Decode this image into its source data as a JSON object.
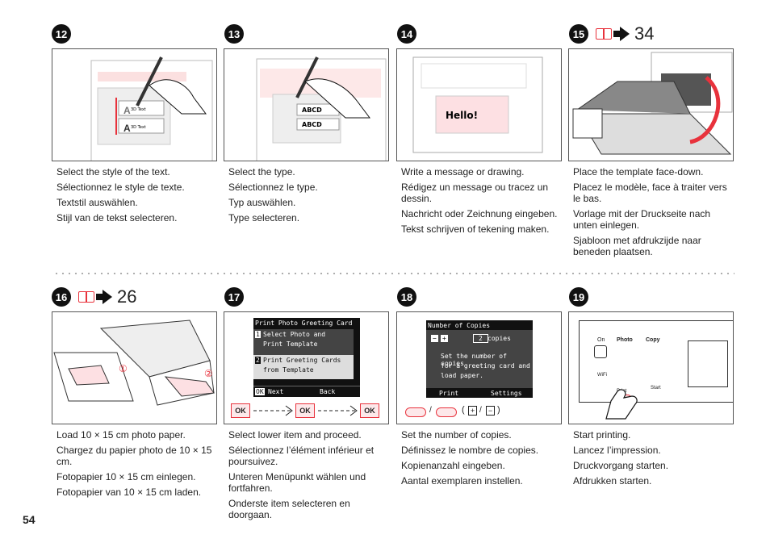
{
  "page_number": "54",
  "steps": {
    "s12": {
      "badge": "12",
      "lines": [
        "Select the style of the text.",
        "Sélectionnez le style de texte.",
        "Textstil auswählen.",
        "Stijl van de tekst selecteren."
      ],
      "fig": {
        "a": "3D Text",
        "b": "3D Text"
      }
    },
    "s13": {
      "badge": "13",
      "lines": [
        "Select the type.",
        "Sélectionnez le type.",
        "Typ auswählen.",
        "Type selecteren."
      ],
      "fig": {
        "t1": "ABCD",
        "t2": "ABCD"
      }
    },
    "s14": {
      "badge": "14",
      "lines": [
        "Write a message or drawing.",
        "Rédigez un message ou tracez un dessin.",
        "Nachricht oder Zeichnung eingeben.",
        "Tekst schrijven of tekening maken."
      ],
      "fig": {
        "hello": "Hello!"
      }
    },
    "s15": {
      "badge": "15",
      "ref_page": "34",
      "lines": [
        "Place the template face-down.",
        "Placez le modèle, face à traiter vers le bas.",
        "Vorlage mit der Druckseite nach unten einlegen.",
        "Sjabloon met afdrukzijde naar beneden plaatsen."
      ]
    },
    "s16": {
      "badge": "16",
      "ref_page": "26",
      "lines": [
        "Load 10 × 15 cm photo paper.",
        "Chargez du papier photo de 10 × 15 cm.",
        "Fotopapier 10 × 15 cm einlegen.",
        "Fotopapier van 10 × 15 cm laden."
      ],
      "fig": {
        "c1": "①",
        "c2": "②"
      }
    },
    "s17": {
      "badge": "17",
      "lines": [
        "Select lower item and proceed.",
        "Sélectionnez l’élément inférieur et poursuivez.",
        "Unteren Menüpunkt wählen und fortfahren.",
        "Onderste item selecteren en doorgaan."
      ],
      "lcd": {
        "title": "Print Photo Greeting Card",
        "item1_num": "1",
        "item1_a": "Select Photo and",
        "item1_b": "Print Template",
        "item2_num": "2",
        "item2_a": "Print Greeting Cards",
        "item2_b": "from Template",
        "ok": "OK",
        "next": "Next",
        "back": "Back"
      },
      "ok_label": "OK"
    },
    "s18": {
      "badge": "18",
      "lines": [
        "Set the number of copies.",
        "Définissez le nombre de copies.",
        "Kopienanzahl eingeben.",
        "Aantal exemplaren instellen."
      ],
      "lcd": {
        "title": "Number of Copies",
        "value": "2",
        "unit": "copies",
        "msg1": "Set the number of copies",
        "msg2": "for a greeting card and",
        "msg3": "load paper.",
        "print": "Print",
        "settings": "Settings"
      },
      "keys": {
        "sep": "/",
        "open": "(",
        "close": ")",
        "plus": "+",
        "minus": "−"
      }
    },
    "s19": {
      "badge": "19",
      "lines": [
        "Start printing.",
        "Lancez l’impression.",
        "Druckvorgang starten.",
        "Afdrukken starten."
      ],
      "panel": {
        "on": "On",
        "photo": "Photo",
        "copy": "Copy",
        "wifi": "WiFi",
        "print": "Print",
        "start": "Start"
      }
    }
  }
}
